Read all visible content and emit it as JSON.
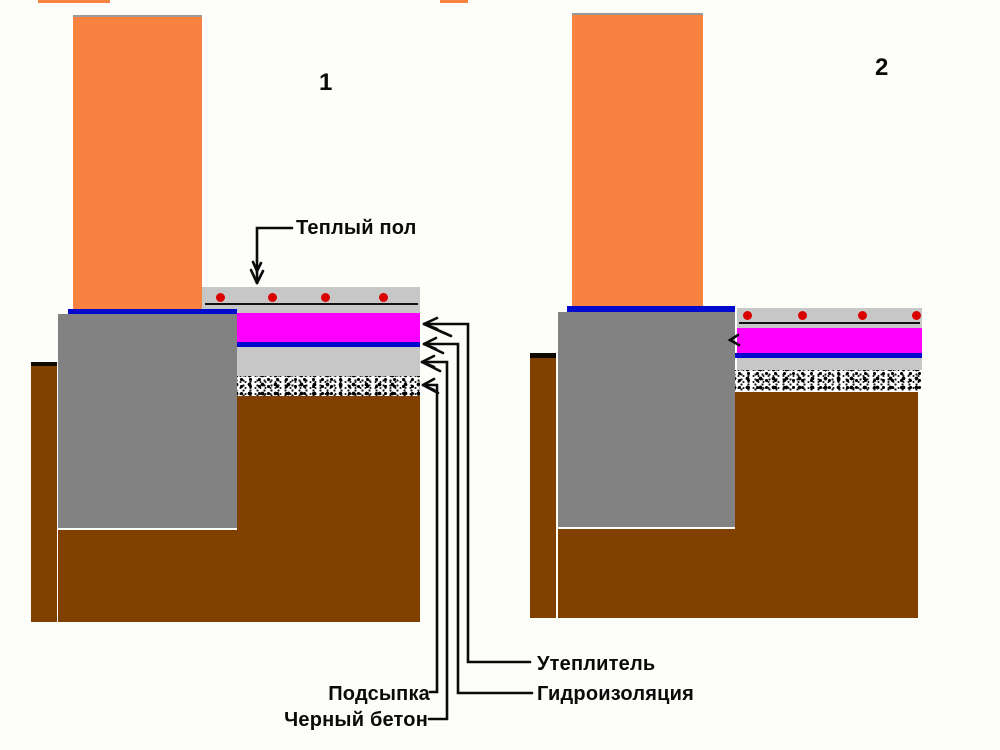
{
  "figure": {
    "left_diagram_number": "1",
    "right_diagram_number": "2"
  },
  "labels": {
    "heated_floor": "Теплый пол",
    "insulation": "Утеплитель",
    "waterproofing": "Гидроизоляция",
    "bedding": "Подсыпка",
    "lean_concrete": "Черный бетон"
  },
  "colors": {
    "wall_orange": "#F8823F",
    "foundation_gray": "#828282",
    "screed_gray": "#C7C7C7",
    "insulation_magenta": "#FF00FF",
    "waterproofing_blue": "#0009CC",
    "soil_brown": "#7F4000",
    "heating_pipe_red": "#DB0000",
    "line_black": "#0A0A0A",
    "background": "#FDFDFA"
  }
}
